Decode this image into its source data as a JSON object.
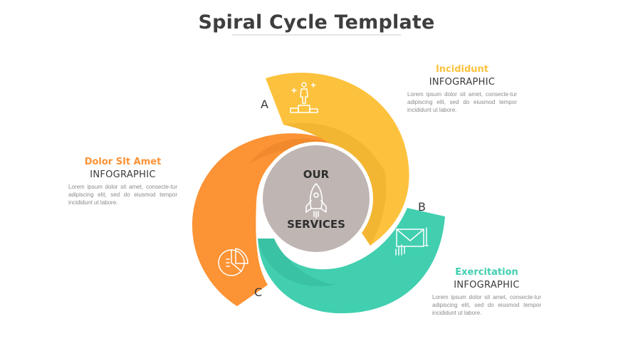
{
  "title": "Spiral Cycle Template",
  "center": {
    "line1": "OUR",
    "line2": "SERVICES",
    "icon": "rocket-icon"
  },
  "segments": [
    {
      "letter": "A",
      "heading": "Incididunt",
      "subheading": "INFOGRAPHIC",
      "text": "Lorem ipsum dolor sit amet, consecte-tur adipiscing elit, sed do eiusmod tempor incididunt ut labore.",
      "color": "#FDC23D",
      "icon": "podium-person-icon"
    },
    {
      "letter": "B",
      "heading": "Exercitation",
      "subheading": "INFOGRAPHIC",
      "text": "Lorem ipsum dolor sit amet, consecte-tur adipiscing elit, sed do eiusmod tempor incididunt ut labore.",
      "color": "#41CFB0",
      "icon": "envelope-hand-icon"
    },
    {
      "letter": "C",
      "heading": "Dolor SIt Amet",
      "subheading": "INFOGRAPHIC",
      "text": "Lorem ipsum dolor sit amet, consecte-tur adipiscing elit, sed do eiusmod tempor incididunt ut labore.",
      "color": "#FC9335",
      "icon": "pie-chart-icon"
    }
  ],
  "colors": {
    "center_circle": "#BFB6B3",
    "text_dark": "#3a3a3a",
    "text_muted": "#8a8a8a"
  }
}
